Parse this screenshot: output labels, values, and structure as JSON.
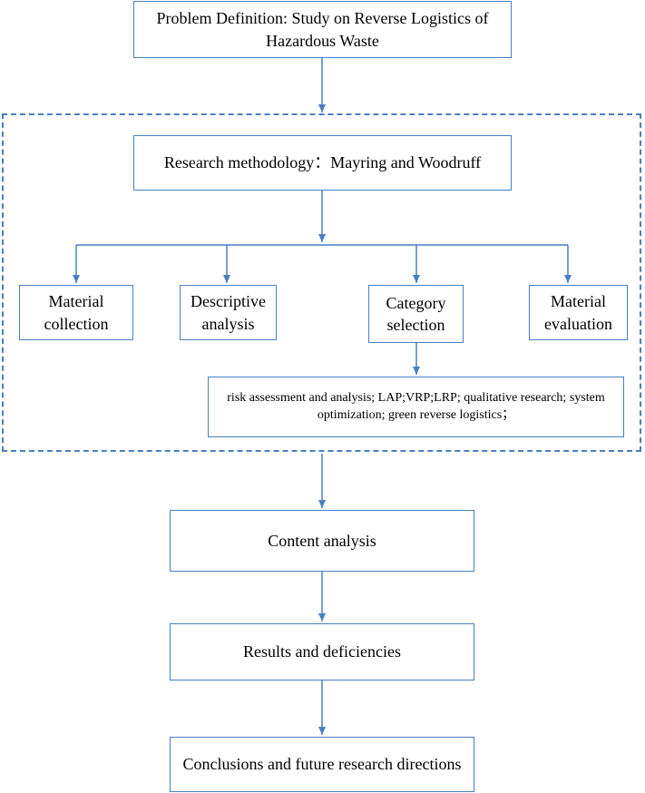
{
  "title": "Problem Definition: Study on Reverse Logistics of Hazardous Waste",
  "methodology": "Research methodology：Mayring and Woodruff",
  "steps": [
    "Material collection",
    "Descriptive analysis",
    "Category selection",
    "Material evaluation"
  ],
  "categories": "risk assessment and analysis; LAP;VRP;LRP; qualitative research; system optimization; green reverse logistics；",
  "content_analysis": "Content analysis",
  "results": "Results and deficiencies",
  "conclusions": "Conclusions and future research directions",
  "colors": {
    "line": "#4a7fc1",
    "border": "#4a7fc1"
  }
}
